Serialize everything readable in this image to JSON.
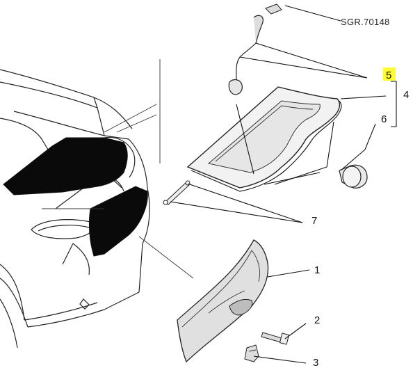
{
  "diagram": {
    "code": "SGR.70148",
    "callouts": {
      "c1": "1",
      "c2": "2",
      "c3": "3",
      "c4": "4",
      "c5": "5",
      "c6": "6",
      "c7": "7"
    },
    "highlight_color": "#ffff33"
  }
}
